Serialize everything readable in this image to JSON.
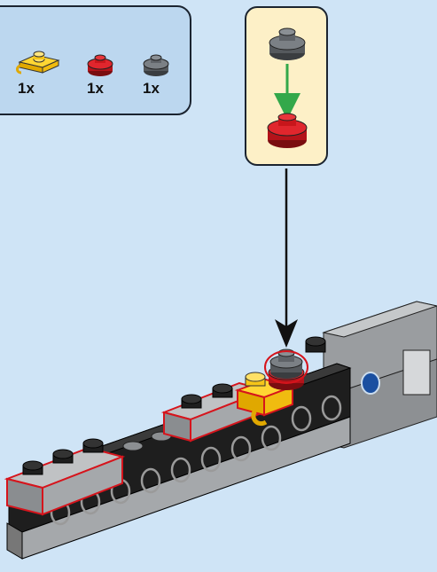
{
  "parts_list": {
    "items": [
      {
        "name": "yellow-plate-with-clip",
        "color": "#f5c518",
        "quantity": "1x"
      },
      {
        "name": "red-round-plate",
        "color": "#c8161b",
        "quantity": "1x"
      },
      {
        "name": "gray-round-plate",
        "color": "#5f6368",
        "quantity": "1x"
      }
    ]
  },
  "callout": {
    "from_part": "gray-round-plate",
    "to_part": "red-round-plate",
    "arrow_color": "#33a84a"
  },
  "colors": {
    "background": "#cfe4f6",
    "panel": "#bcd7ef",
    "callout_bg": "#fdf0c7",
    "brick_black": "#1c1c1c",
    "brick_gray": "#b0b3b5",
    "highlight_red": "#d6141c"
  }
}
